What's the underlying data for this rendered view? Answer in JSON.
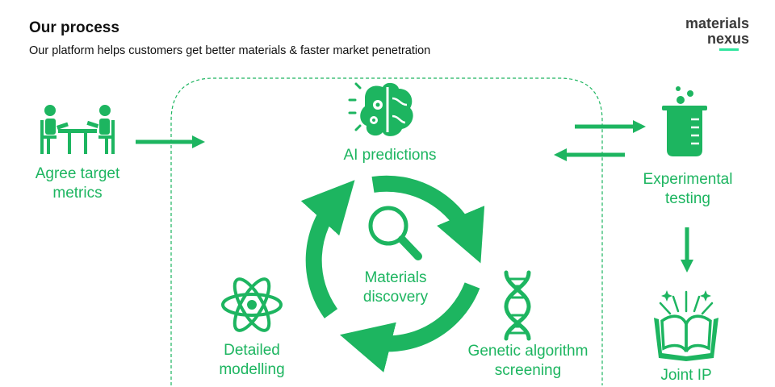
{
  "header": {
    "title": "Our process",
    "subtitle": "Our platform helps customers get better materials & faster market penetration"
  },
  "logo": {
    "line1": "materials",
    "line2": "nexus"
  },
  "colors": {
    "accent": "#1db560",
    "logo_underline": "#2ee59d",
    "text": "#111111"
  },
  "steps": {
    "agree": {
      "line1": "Agree target",
      "line2": "metrics",
      "icon": "meeting-table-icon"
    },
    "ai": {
      "label": "AI predictions",
      "icon": "brain-gears-icon"
    },
    "discovery": {
      "line1": "Materials",
      "line2": "discovery",
      "icon": "magnifier-icon"
    },
    "modelling": {
      "line1": "Detailed",
      "line2": "modelling",
      "icon": "atom-icon"
    },
    "genetic": {
      "line1": "Genetic algorithm",
      "line2": "screening",
      "icon": "dna-icon"
    },
    "experimental": {
      "line1": "Experimental",
      "line2": "testing",
      "icon": "beaker-icon"
    },
    "joint": {
      "label": "Joint IP",
      "icon": "open-book-icon"
    }
  }
}
